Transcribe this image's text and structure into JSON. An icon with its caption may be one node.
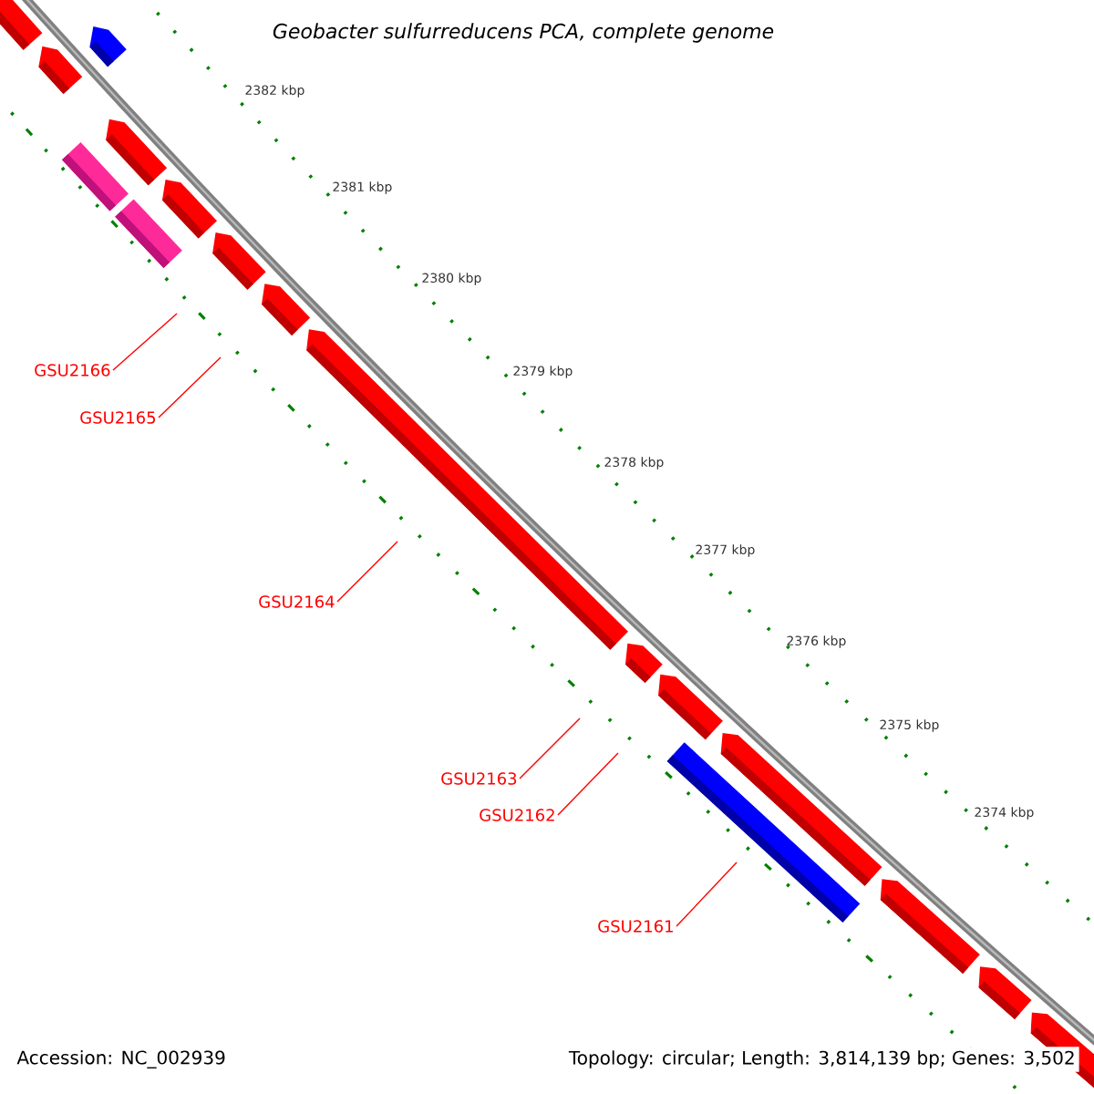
{
  "diagram": {
    "title": "Geobacter sulfurreducens PCA, complete genome",
    "nodes": [
      {
        "text": [
          "GSU2166"
        ]
      },
      {
        "text": [
          "GSU2165"
        ]
      },
      {
        "text": [
          "GSU2164"
        ]
      },
      {
        "text": [
          "GSU2163"
        ]
      },
      {
        "text": [
          "GSU2162"
        ]
      },
      {
        "text": [
          "GSU2161"
        ]
      }
    ],
    "edges": [
      {
        "from": 0,
        "to": null,
        "arrow": "none"
      },
      {
        "from": 1,
        "to": null,
        "arrow": "none"
      },
      {
        "from": 2,
        "to": null,
        "arrow": "none"
      },
      {
        "from": 3,
        "to": null,
        "arrow": "none"
      },
      {
        "from": 4,
        "to": null,
        "arrow": "none"
      },
      {
        "from": 5,
        "to": null,
        "arrow": "none"
      }
    ],
    "labels": [
      "2382 kbp",
      "2381 kbp",
      "2380 kbp",
      "2379 kbp",
      "2378 kbp",
      "2377 kbp",
      "2376 kbp",
      "2375 kbp",
      "2374 kbp",
      "Accession: NC_002939",
      "Topology: circular; Length: 3,814,139 bp; Genes: 3,502"
    ]
  }
}
